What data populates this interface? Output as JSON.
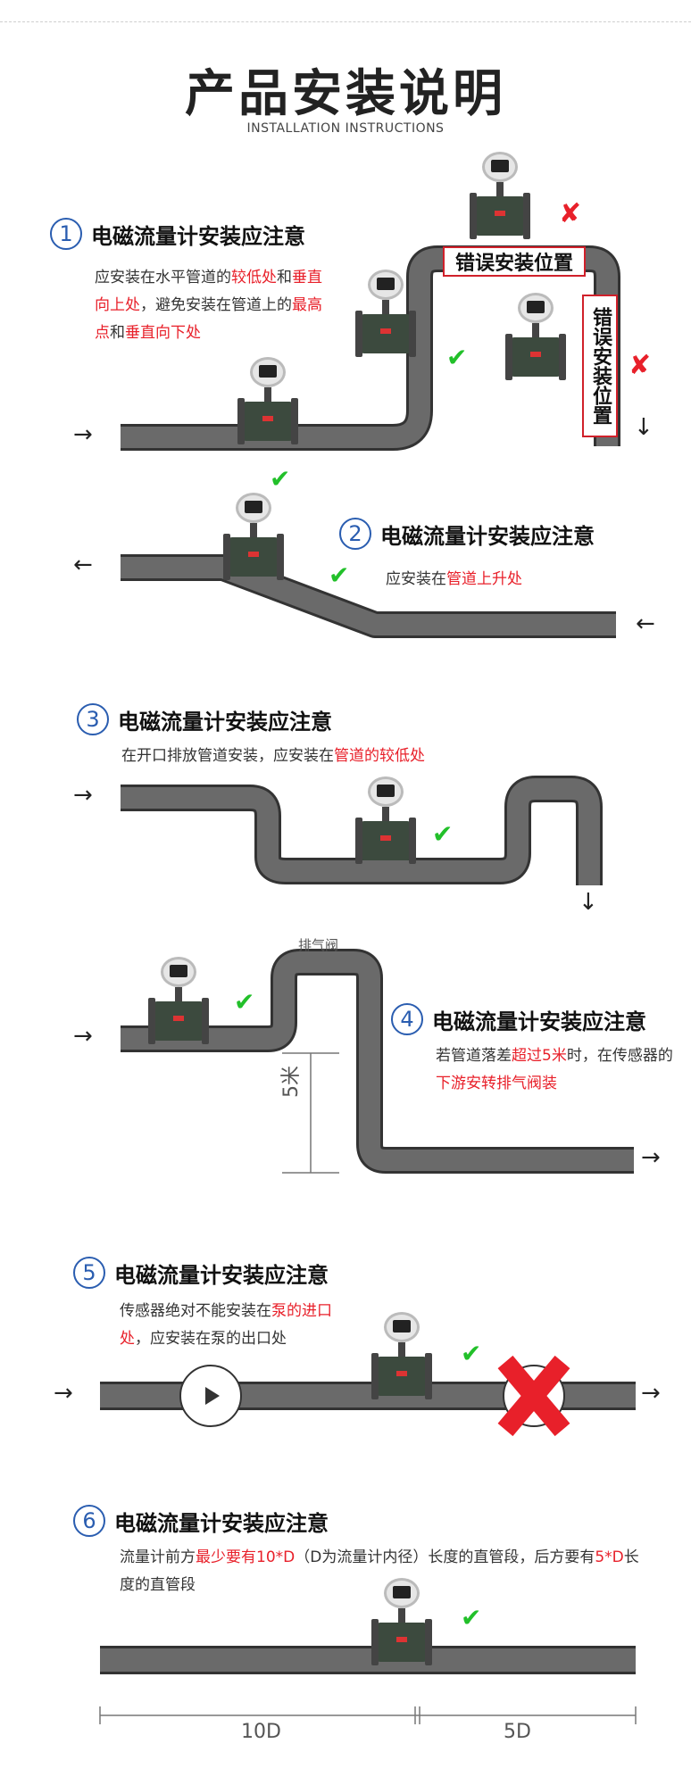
{
  "header": {
    "title": "产品安装说明",
    "subtitle": "INSTALLATION INSTRUCTIONS"
  },
  "sections": [
    {
      "num": "1",
      "title": "电磁流量计安装应注意",
      "desc": [
        {
          "t": "应安装在水平管道的",
          "r": false
        },
        {
          "t": "较低处",
          "r": true
        },
        {
          "t": "和",
          "r": false
        },
        {
          "t": "垂直向上处",
          "r": true
        },
        {
          "t": "，避免安装在管道上的",
          "r": false
        },
        {
          "t": "最高点",
          "r": true
        },
        {
          "t": "和",
          "r": false
        },
        {
          "t": "垂直向下处",
          "r": true
        }
      ]
    },
    {
      "num": "2",
      "title": "电磁流量计安装应注意",
      "desc": [
        {
          "t": "应安装在",
          "r": false
        },
        {
          "t": "管道上升处",
          "r": true
        }
      ]
    },
    {
      "num": "3",
      "title": "电磁流量计安装应注意",
      "desc": [
        {
          "t": "在开口排放管道安装，应安装在",
          "r": false
        },
        {
          "t": "管道的较低处",
          "r": true
        }
      ]
    },
    {
      "num": "4",
      "title": "电磁流量计安装应注意",
      "desc": [
        {
          "t": "若管道落差",
          "r": false
        },
        {
          "t": "超过5米",
          "r": true
        },
        {
          "t": "时，在传感器的",
          "r": false
        },
        {
          "t": "下游安转排气阀装",
          "r": true
        }
      ]
    },
    {
      "num": "5",
      "title": "电磁流量计安装应注意",
      "desc": [
        {
          "t": "传感器绝对不能安装在",
          "r": false
        },
        {
          "t": "泵的进口处",
          "r": true
        },
        {
          "t": "，应安装在泵的出口处",
          "r": false
        }
      ]
    },
    {
      "num": "6",
      "title": "电磁流量计安装应注意",
      "desc": [
        {
          "t": "流量计前方",
          "r": false
        },
        {
          "t": "最少要有10*D",
          "r": true
        },
        {
          "t": "（D为流量计内径）长度的直管段，后方要有",
          "r": false
        },
        {
          "t": "5*D",
          "r": true
        },
        {
          "t": "长度的直管段",
          "r": false
        }
      ]
    }
  ],
  "labels": {
    "wrong_position": "错误安装位置",
    "wrong_position_vertical": "错误安装位置",
    "exhaust_valve": "排气阀",
    "drop_height": "5米",
    "upstream_length": "10D",
    "downstream_length": "5D"
  },
  "marks": {
    "check": "✔",
    "cross": "✘",
    "arrow_right": "→",
    "arrow_left": "←",
    "arrow_down": "↓"
  },
  "colors": {
    "accent": "#2a5db0",
    "highlight": "#e8202a",
    "pipe": "#5a5a5a",
    "ok": "#22c02a"
  }
}
